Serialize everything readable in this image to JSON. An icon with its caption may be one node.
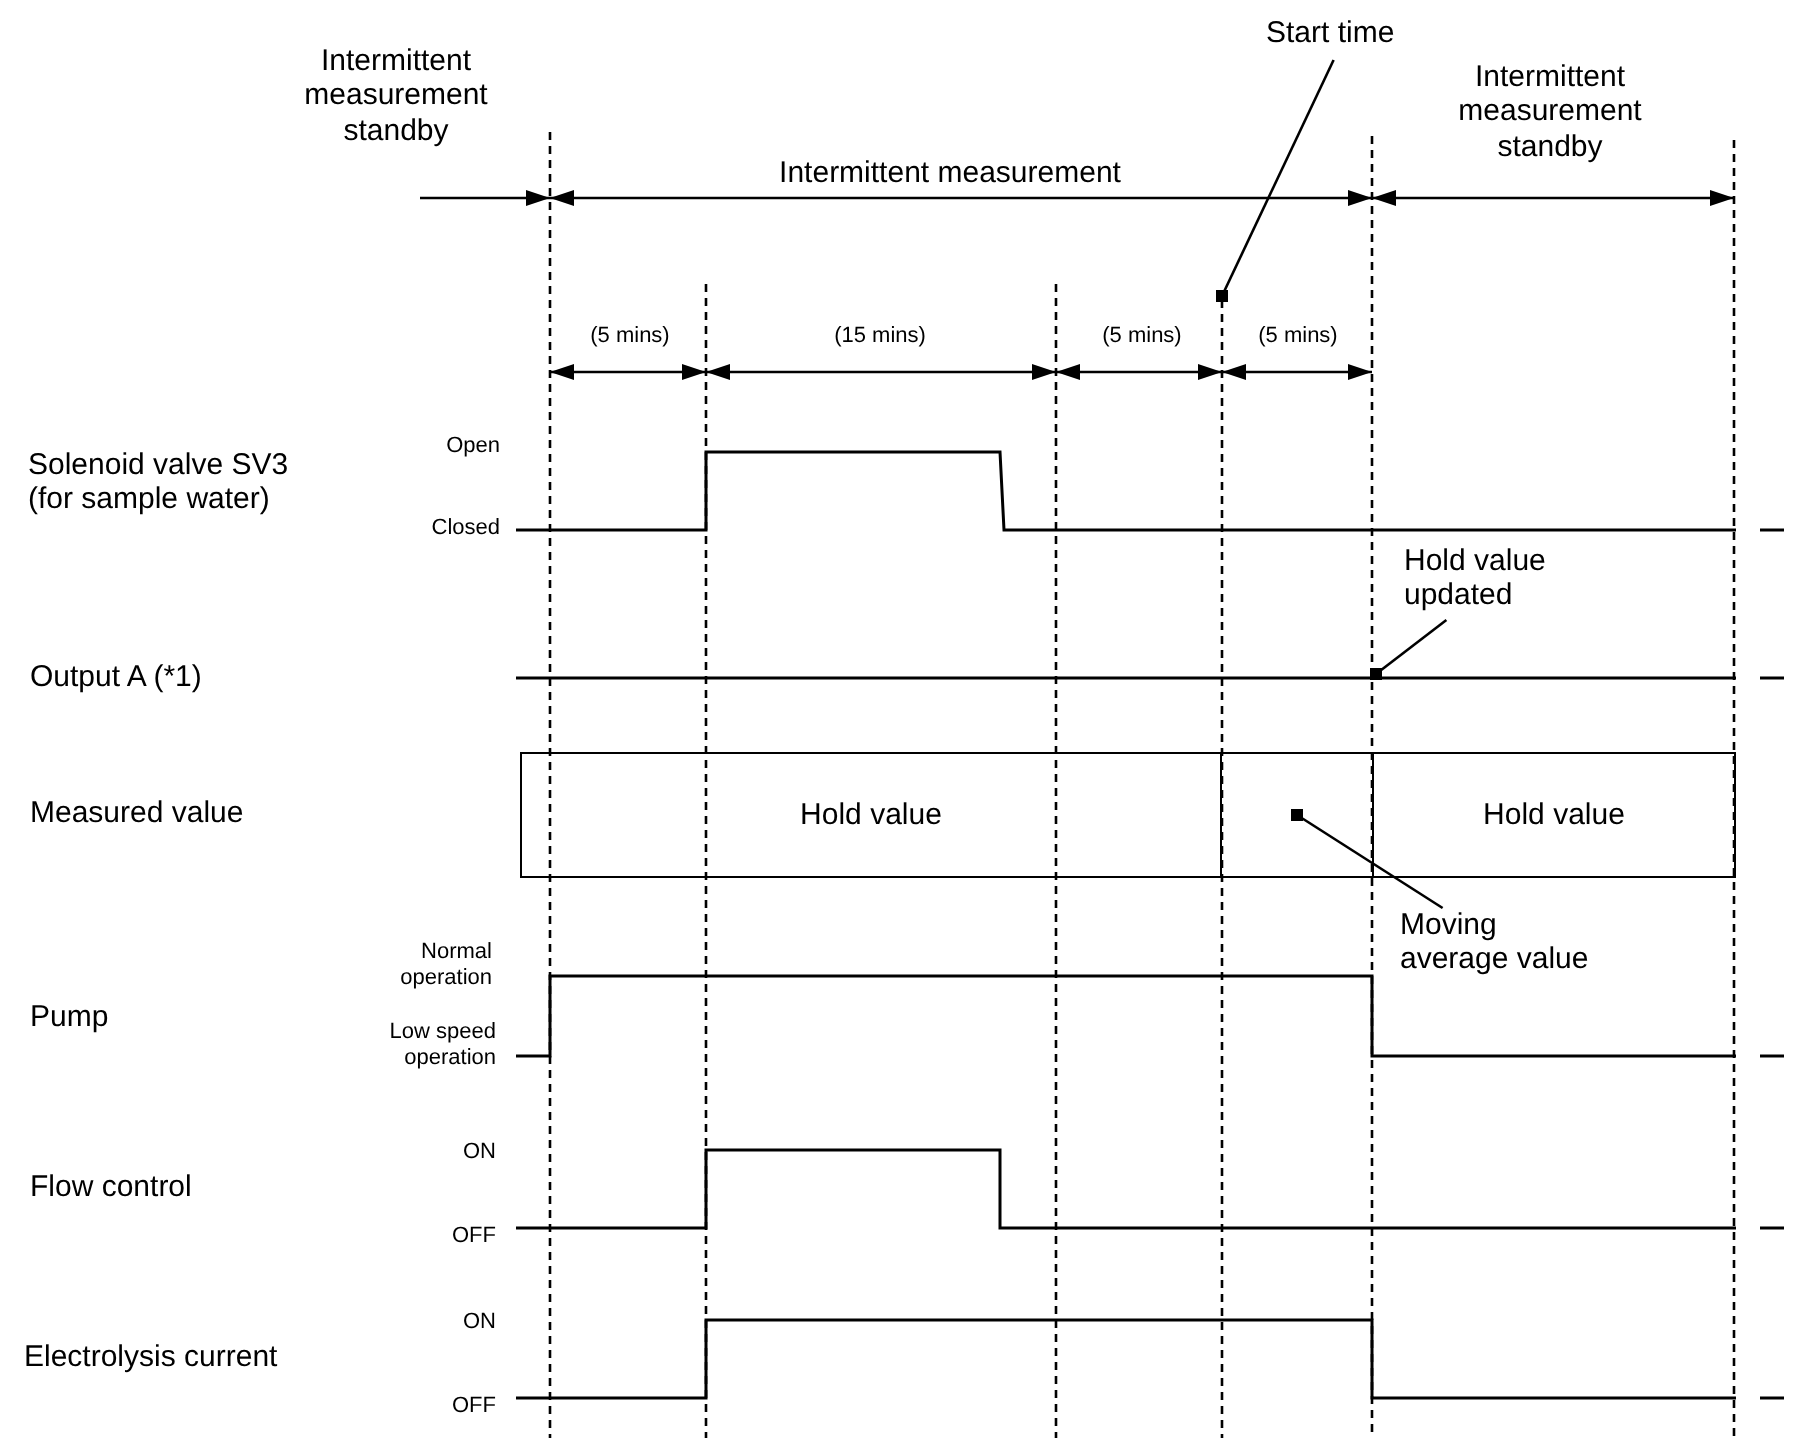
{
  "diagram": {
    "nodes": [
      {
        "text": [
          "Start time"
        ]
      },
      {
        "text": [
          "Hold value updated"
        ]
      },
      {
        "text": [
          "Hold value"
        ]
      },
      {
        "text": [],
        "shape": "box"
      },
      {
        "text": [
          "Hold value"
        ]
      },
      {
        "text": [
          "Moving average value"
        ]
      }
    ],
    "edges": [
      {
        "from": 0,
        "to": null,
        "arrow": "other"
      },
      {
        "from": 1,
        "to": null,
        "arrow": "other"
      },
      {
        "from": 5,
        "to": 3,
        "arrow": "other"
      }
    ],
    "labels": [
      "Intermittent measurement standby",
      "Intermittent measurement",
      "Intermittent measurement standby",
      "(5 mins)",
      "(15 mins)",
      "(5 mins)",
      "(5 mins)",
      "Solenoid valve SV3 (for sample water)",
      "Open",
      "Closed",
      "Output A (*1)",
      "Measured value",
      "Pump",
      "Normal operation",
      "Low speed operation",
      "Flow control",
      "ON",
      "OFF",
      "Electrolysis current",
      "ON",
      "OFF"
    ]
  }
}
